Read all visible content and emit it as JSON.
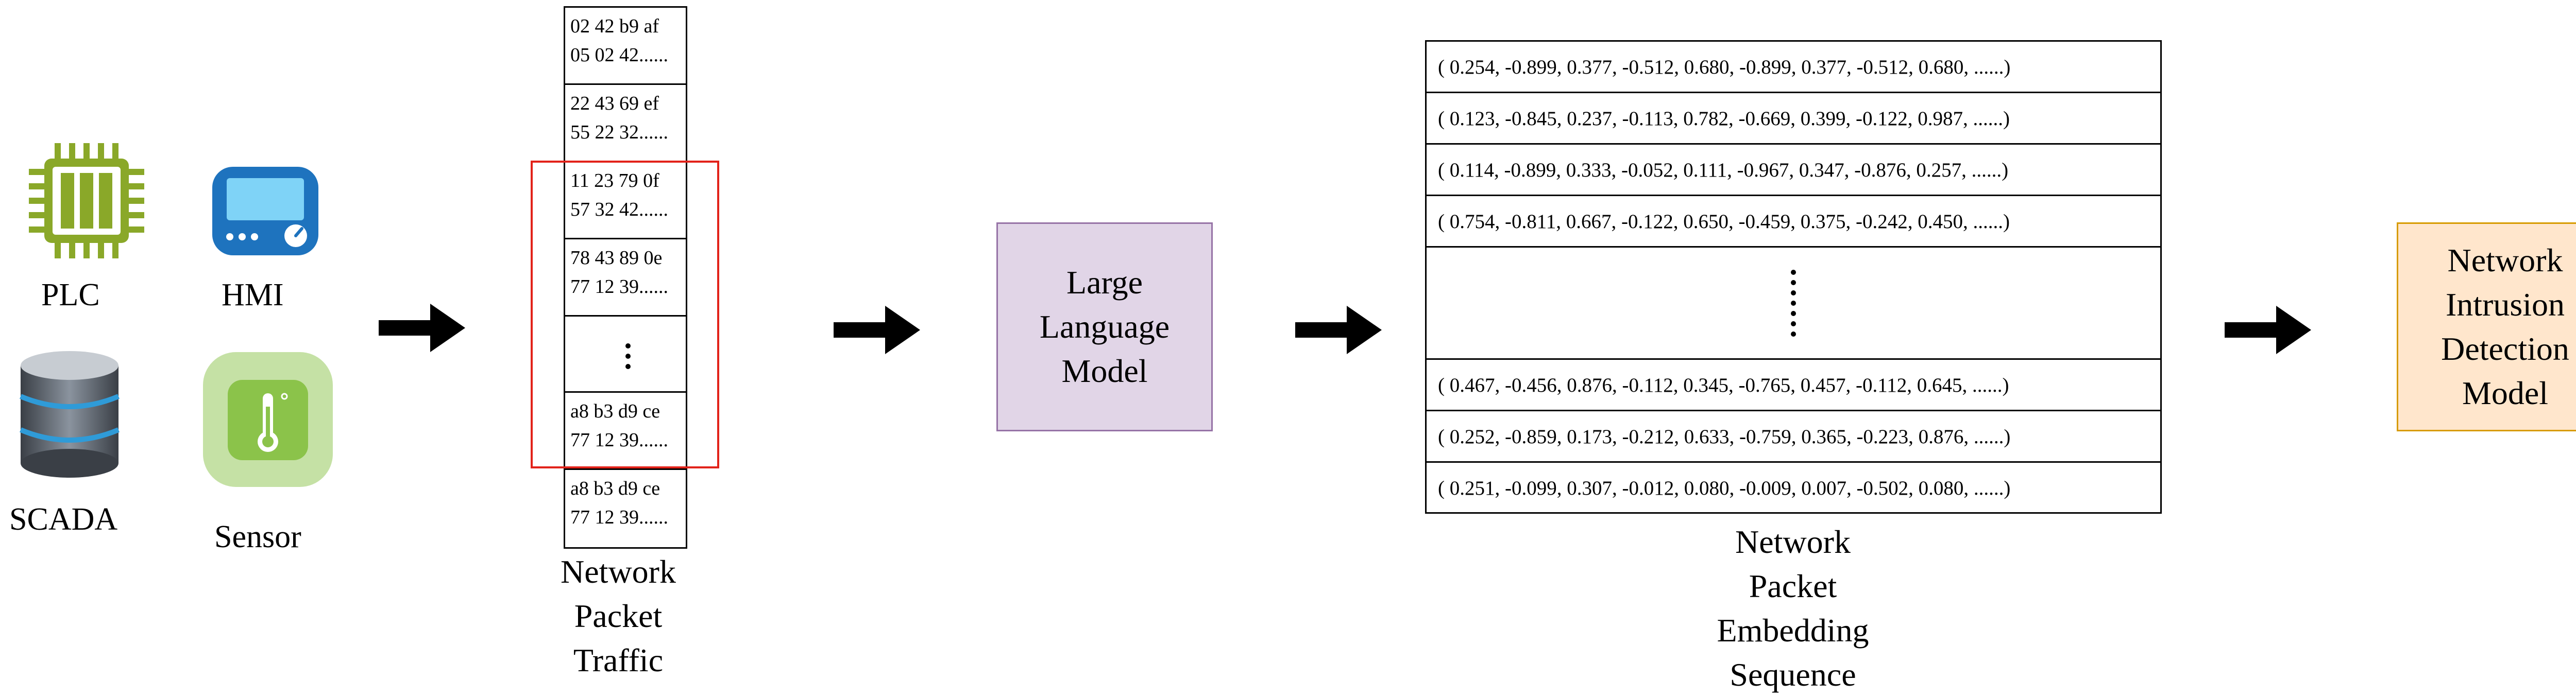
{
  "devices": {
    "plc": "PLC",
    "hmi": "HMI",
    "scada": "SCADA",
    "sensor": "Sensor"
  },
  "packets": [
    "02 42 b9 af\n05 02 42......",
    "22 43 69 ef\n55 22 32......",
    "11 23 79 0f\n57 32 42......",
    "78 43 89 0e\n77 12 39......",
    "a8 b3 d9 ce\n77 12 39......",
    "a8 b3 d9 ce\n77 12 39......"
  ],
  "traffic_caption": "Network\nPacket\nTraffic",
  "llm_label": "Large\nLanguage\nModel",
  "embeddings": [
    "( 0.254, -0.899, 0.377, -0.512, 0.680, -0.899, 0.377, -0.512, 0.680, ......)",
    "( 0.123, -0.845, 0.237, -0.113, 0.782, -0.669, 0.399, -0.122, 0.987, ......)",
    "( 0.114, -0.899, 0.333, -0.052, 0.111, -0.967, 0.347, -0.876, 0.257, ......)",
    "( 0.754, -0.811, 0.667, -0.122, 0.650, -0.459, 0.375, -0.242, 0.450, ......)",
    "( 0.467, -0.456, 0.876, -0.112, 0.345, -0.765, 0.457, -0.112, 0.645, ......)",
    "( 0.252, -0.859, 0.173, -0.212, 0.633, -0.759, 0.365, -0.223, 0.876, ......)",
    "( 0.251, -0.099, 0.307, -0.012, 0.080, -0.009, 0.007, -0.502, 0.080, ......)"
  ],
  "embedding_caption": "Network\nPacket\nEmbedding\nSequence",
  "nids_label": "Network\nIntrusion\nDetection\nModel",
  "colors": {
    "llm_fill": "#e1d5e7",
    "llm_border": "#9673a6",
    "nids_fill": "#ffe6cc",
    "nids_border": "#d79b00",
    "highlight": "#e2231a",
    "plc_green": "#8aa829",
    "hmi_blue": "#1e73be",
    "sensor_green": "#8bc34a"
  },
  "icons": [
    "plc-chip-icon",
    "hmi-panel-icon",
    "scada-database-icon",
    "sensor-thermometer-icon",
    "right-arrow-icon"
  ]
}
